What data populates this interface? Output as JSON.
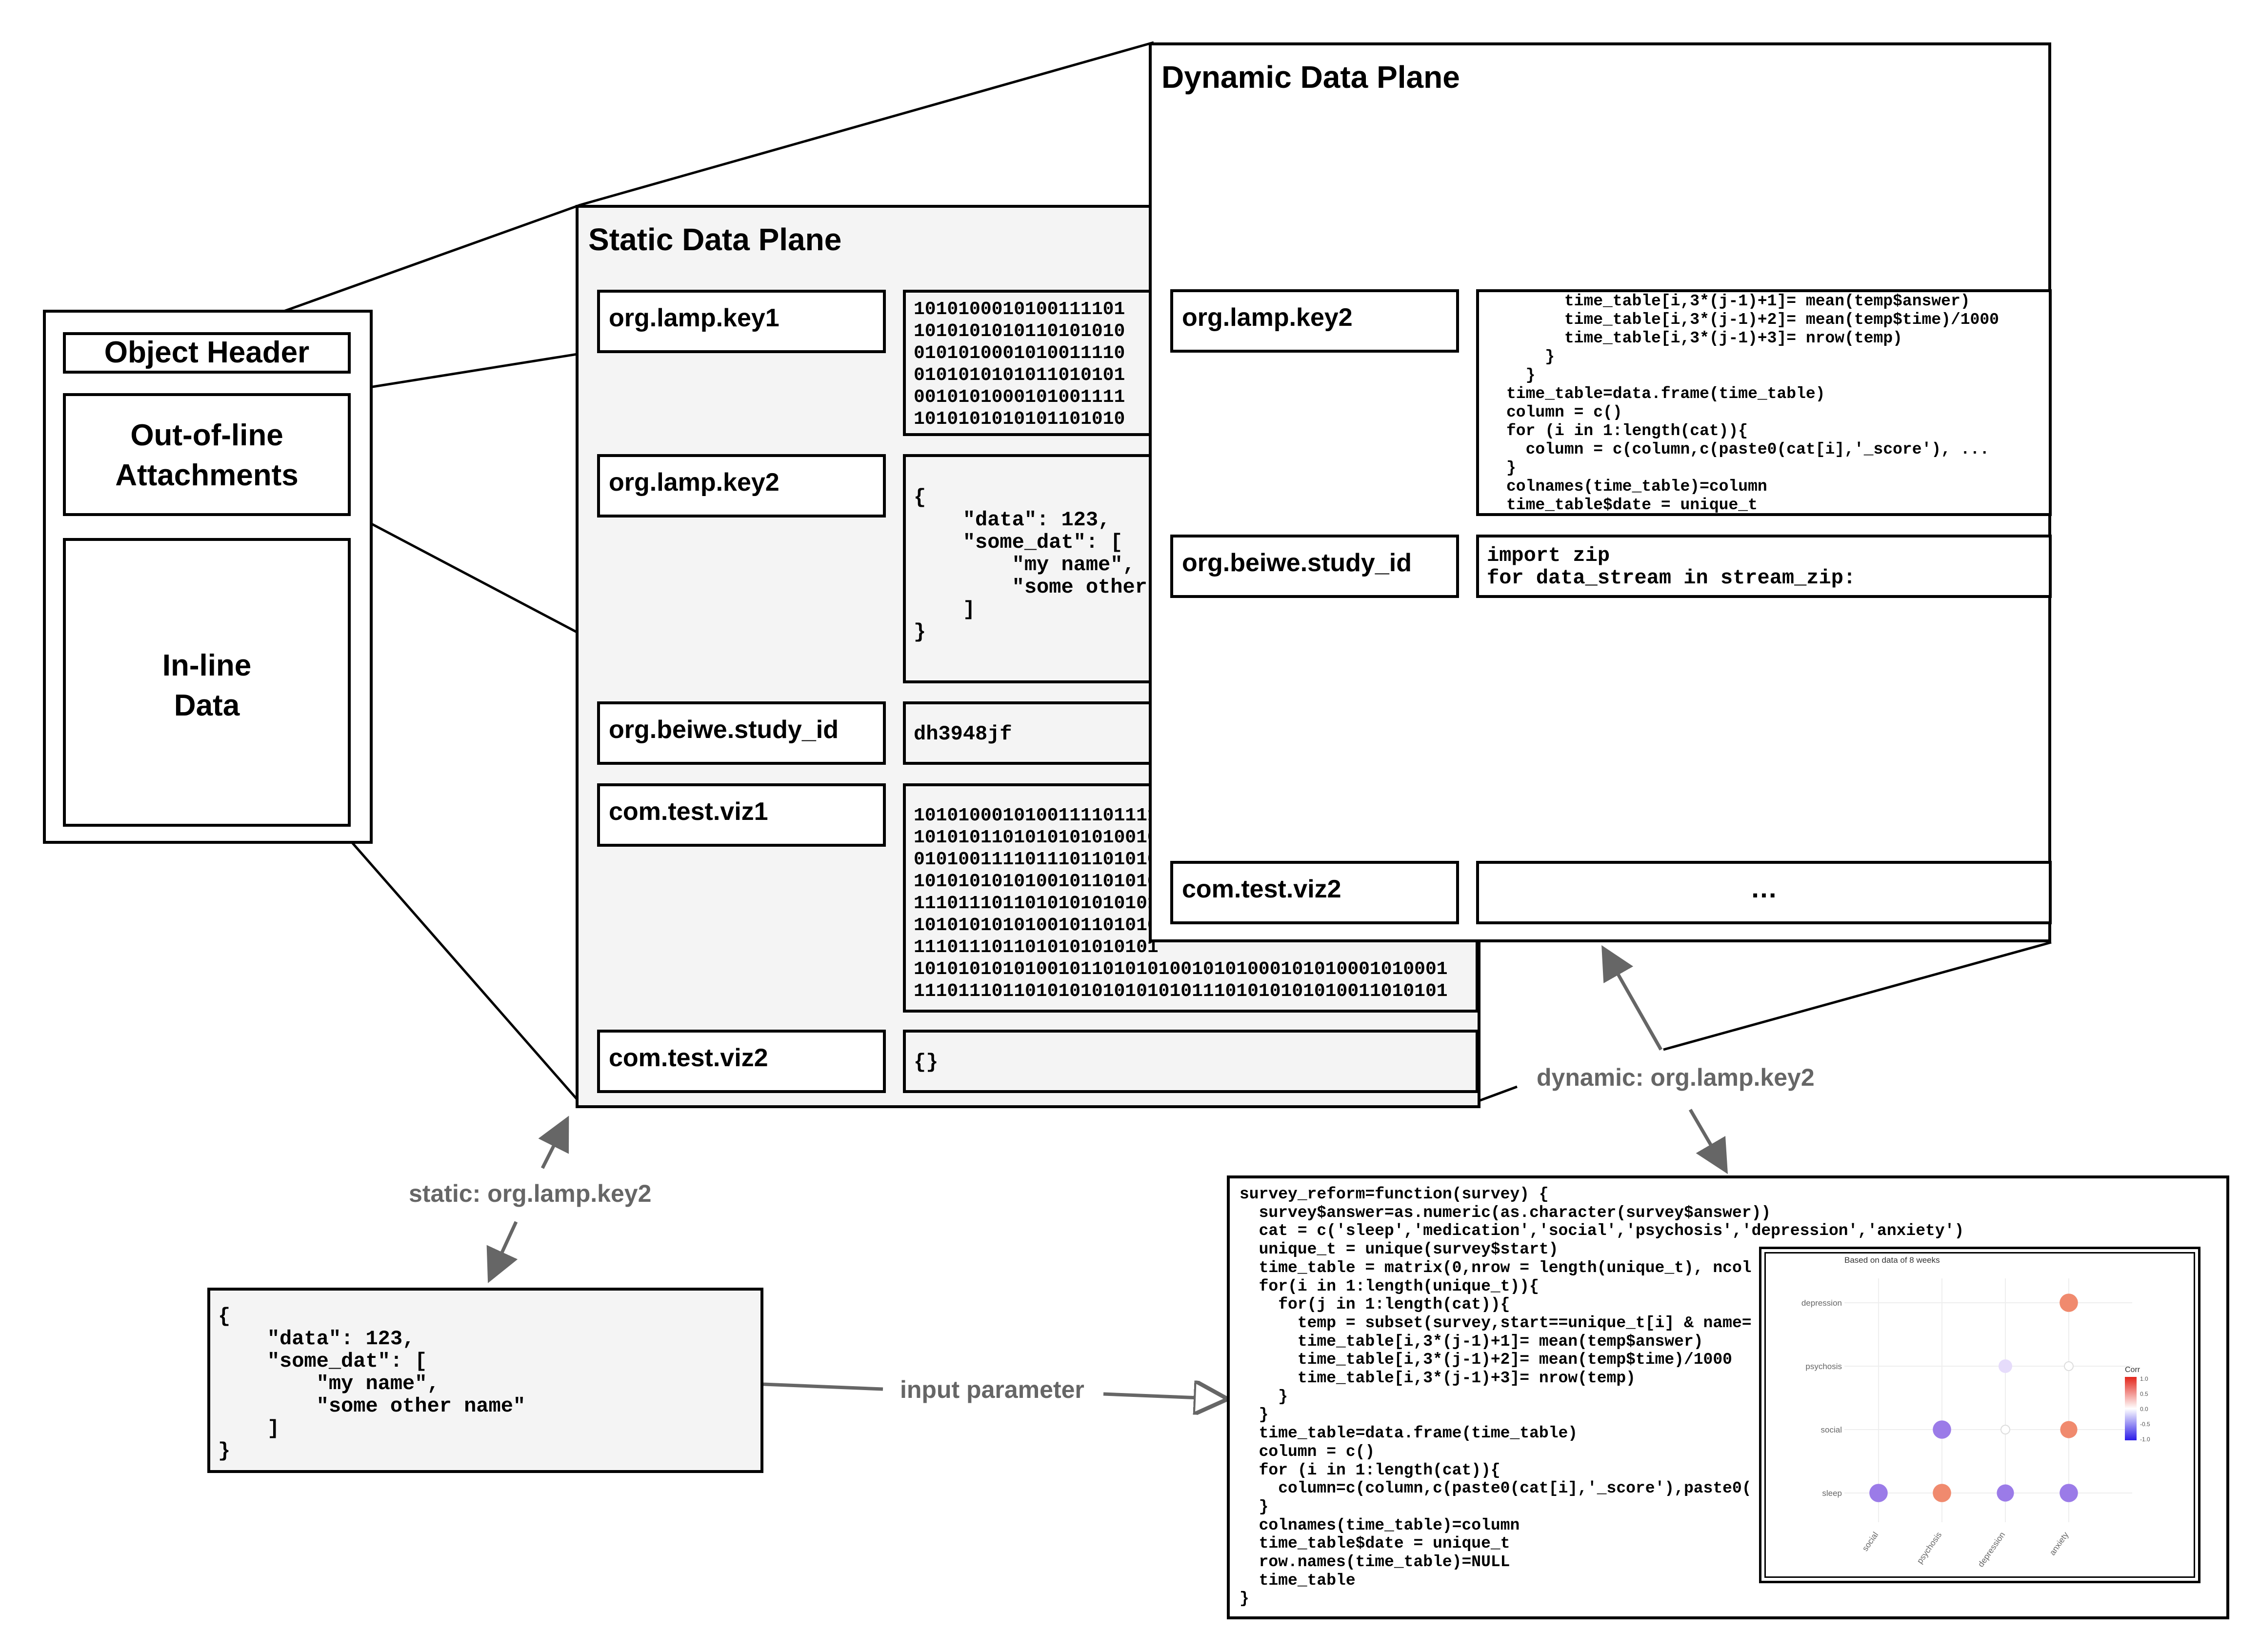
{
  "object": {
    "header": "Object Header",
    "attachments": "Out-of-line\nAttachments",
    "inline": "In-line\nData"
  },
  "static_plane": {
    "title": "Static Data Plane",
    "rows": [
      {
        "key": "org.lamp.key1",
        "value": "1010100010100111101\n1010101010110101010\n0101010001010011110\n0101010101011010101\n0010101000101001111\n1010101010101101010"
      },
      {
        "key": "org.lamp.key2",
        "value": "{\n    \"data\": 123,\n    \"some_dat\": [\n        \"my name\",\n        \"some other\n    ]\n}"
      },
      {
        "key": "org.beiwe.study_id",
        "value": "dh3948jf"
      },
      {
        "key": "com.test.viz1",
        "value": "1010100010100111101111\n1010101101010101010010\n0101001111011101101010\n1010101010100101101010\n1110111011010101010101\n1010101010100101101010\n1110111011010101010101\n101010101010010110101010010101000101010001010001\n111011101101010101010101011101010101010011010101"
      },
      {
        "key": "com.test.viz2",
        "value": "{}"
      }
    ]
  },
  "dynamic_plane": {
    "title": "Dynamic Data Plane",
    "rows": [
      {
        "key": "org.lamp.key2",
        "value": "      time_table[i,3*(j-1)+1]= mean(temp$answer)\n      time_table[i,3*(j-1)+2]= mean(temp$time)/1000\n      time_table[i,3*(j-1)+3]= nrow(temp)\n    }\n  }\ntime_table=data.frame(time_table)\ncolumn = c()\nfor (i in 1:length(cat)){\n  column = c(column,c(paste0(cat[i],'_score'), ...\n}\ncolnames(time_table)=column\ntime_table$date = unique_t"
      },
      {
        "key": "org.beiwe.study_id",
        "value": "import zip\nfor data_stream in stream_zip:"
      },
      {
        "key": "com.test.viz2",
        "value": "…"
      }
    ]
  },
  "json_box": "{\n    \"data\": 123,\n    \"some_dat\": [\n        \"my name\",\n        \"some other name\"\n    ]\n}",
  "code_box": "survey_reform=function(survey) {\n  survey$answer=as.numeric(as.character(survey$answer))\n  cat = c('sleep','medication','social','psychosis','depression','anxiety')\n  unique_t = unique(survey$start)\n  time_table = matrix(0,nrow = length(unique_t), ncol\n  for(i in 1:length(unique_t)){\n    for(j in 1:length(cat)){\n      temp = subset(survey,start==unique_t[i] & name=\n      time_table[i,3*(j-1)+1]= mean(temp$answer)\n      time_table[i,3*(j-1)+2]= mean(temp$time)/1000\n      time_table[i,3*(j-1)+3]= nrow(temp)\n    }\n  }\n  time_table=data.frame(time_table)\n  column = c()\n  for (i in 1:length(cat)){\n    column=c(column,c(paste0(cat[i],'_score'),paste0(\n  }\n  colnames(time_table)=column\n  time_table$date = unique_t\n  row.names(time_table)=NULL\n  time_table\n}",
  "labels": {
    "static_flow": "static: org.lamp.key2",
    "dynamic_flow": "dynamic: org.lamp.key2",
    "input_param": "input parameter"
  },
  "mini_chart": {
    "title": "Based on data of 8 weeks",
    "legend_title": "Corr",
    "legend_ticks": [
      "1.0",
      "0.5",
      "0.0",
      "-0.5",
      "-1.0"
    ],
    "colors": {
      "positive": "#f08a6e",
      "negative": "#9b7be8",
      "neutral": "#ffffff"
    },
    "y_categories": [
      "sleep",
      "social",
      "psychosis",
      "depression"
    ],
    "x_categories": [
      "social",
      "psychosis",
      "depression",
      "anxiety"
    ],
    "cells": [
      {
        "y": "depression",
        "x": "anxiety",
        "corr": 0.6
      },
      {
        "y": "psychosis",
        "x": "depression",
        "corr": -0.2
      },
      {
        "y": "psychosis",
        "x": "anxiety",
        "corr": 0.0
      },
      {
        "y": "social",
        "x": "psychosis",
        "corr": -0.6
      },
      {
        "y": "social",
        "x": "depression",
        "corr": 0.0
      },
      {
        "y": "social",
        "x": "anxiety",
        "corr": 0.5
      },
      {
        "y": "sleep",
        "x": "social",
        "corr": -0.6
      },
      {
        "y": "sleep",
        "x": "psychosis",
        "corr": 0.6
      },
      {
        "y": "sleep",
        "x": "depression",
        "corr": -0.5
      },
      {
        "y": "sleep",
        "x": "anxiety",
        "corr": -0.6
      }
    ]
  }
}
